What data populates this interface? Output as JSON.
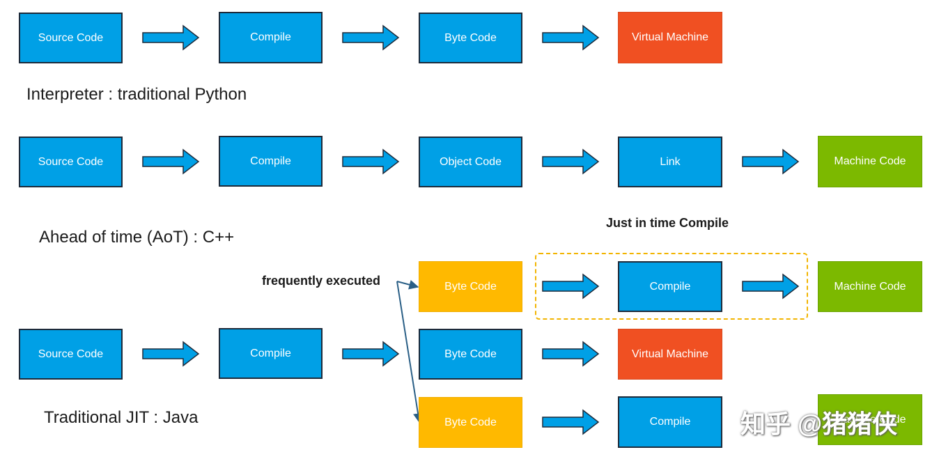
{
  "rows": {
    "interpreter": {
      "caption": "Interpreter : traditional Python",
      "boxes": [
        "Source Code",
        "Compile",
        "Byte Code",
        "Virtual Machine"
      ]
    },
    "aot": {
      "caption": "Ahead of time (AoT) : C++",
      "boxes": [
        "Source Code",
        "Compile",
        "Object Code",
        "Link",
        "Machine Code"
      ]
    },
    "jit": {
      "caption": "Traditional JIT : Java",
      "jit_group_label": "Just in time Compile",
      "frequently_label": "frequently executed",
      "main_boxes": [
        "Source Code",
        "Compile"
      ],
      "top_branch": [
        "Byte Code",
        "Compile",
        "Machine Code"
      ],
      "middle_branch": [
        "Byte Code",
        "Virtual Machine"
      ],
      "bottom_branch": [
        "Byte Code",
        "Compile",
        "Machine Code"
      ]
    }
  },
  "watermark": "知乎 @猪猪侠",
  "colors": {
    "blue": "#00a0e6",
    "red": "#f05022",
    "green": "#7cb900",
    "yellow": "#ffb900",
    "dashed_border": "#f2b400",
    "connector": "#2a5f86"
  }
}
